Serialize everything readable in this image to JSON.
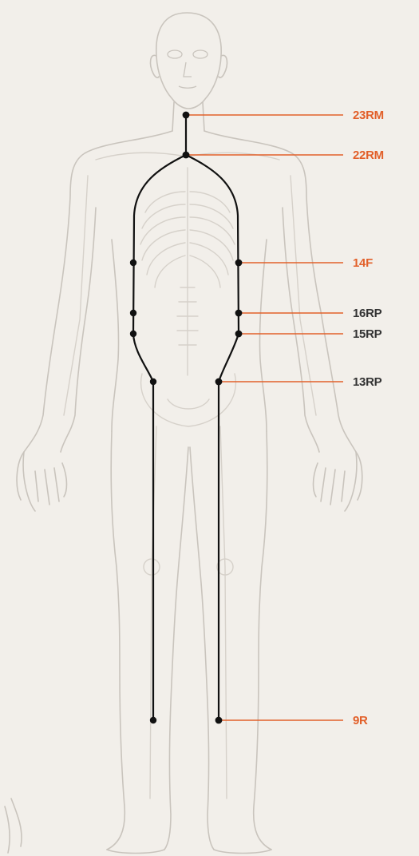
{
  "colors": {
    "background": "#f2efea",
    "figure_outline": "#c9c4bd",
    "skeleton": "#d6d1ca",
    "meridian_line": "#111111",
    "accent": "#e2602a",
    "neutral_label": "#333333"
  },
  "points": [
    {
      "label": "23RM",
      "color": "accent"
    },
    {
      "label": "22RM",
      "color": "accent"
    },
    {
      "label": "14F",
      "color": "accent"
    },
    {
      "label": "16RP",
      "color": "neutral"
    },
    {
      "label": "15RP",
      "color": "neutral"
    },
    {
      "label": "13RP",
      "color": "neutral"
    },
    {
      "label": "9R",
      "color": "accent"
    }
  ]
}
